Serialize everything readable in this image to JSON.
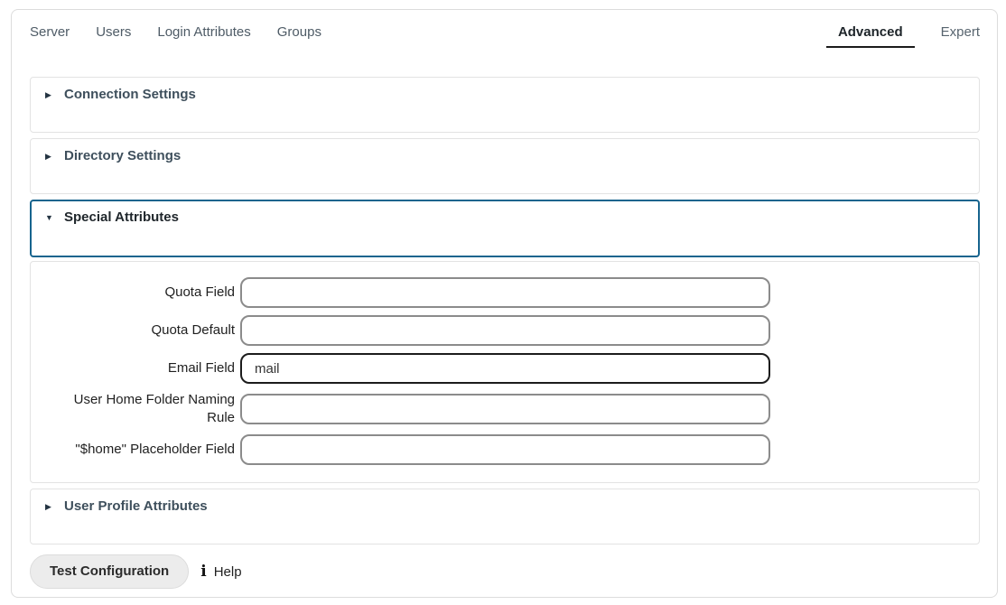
{
  "colors": {
    "accent_expanded_border": "#17648e",
    "container_border": "#dcdcdc",
    "box_border": "#e3e3e3",
    "input_border": "#8b8b8b",
    "input_filled_border": "#1c1c1c",
    "active_tab_underline": "#1b1b1b"
  },
  "nav": {
    "tabs": [
      {
        "label": "Server"
      },
      {
        "label": "Users"
      },
      {
        "label": "Login Attributes"
      },
      {
        "label": "Groups"
      }
    ],
    "mode_tabs": [
      {
        "label": "Advanced",
        "active": true
      },
      {
        "label": "Expert",
        "active": false
      }
    ]
  },
  "icons": {
    "triangle_right": "▶",
    "triangle_down": "▼"
  },
  "sections": [
    {
      "title": "Connection Settings",
      "expanded": false
    },
    {
      "title": "Directory Settings",
      "expanded": false
    },
    {
      "title": "Special Attributes",
      "expanded": true
    },
    {
      "title": "User Profile Attributes",
      "expanded": false
    }
  ],
  "form": {
    "fields": [
      {
        "label": "Quota Field",
        "value": ""
      },
      {
        "label": "Quota Default",
        "value": ""
      },
      {
        "label": "Email Field",
        "value": "mail"
      },
      {
        "label": "User Home Folder Naming Rule",
        "value": ""
      },
      {
        "label": "\"$home\" Placeholder Field",
        "value": ""
      }
    ]
  },
  "footer": {
    "test_button_label": "Test Configuration",
    "help_icon": "i",
    "help_label": "Help"
  }
}
